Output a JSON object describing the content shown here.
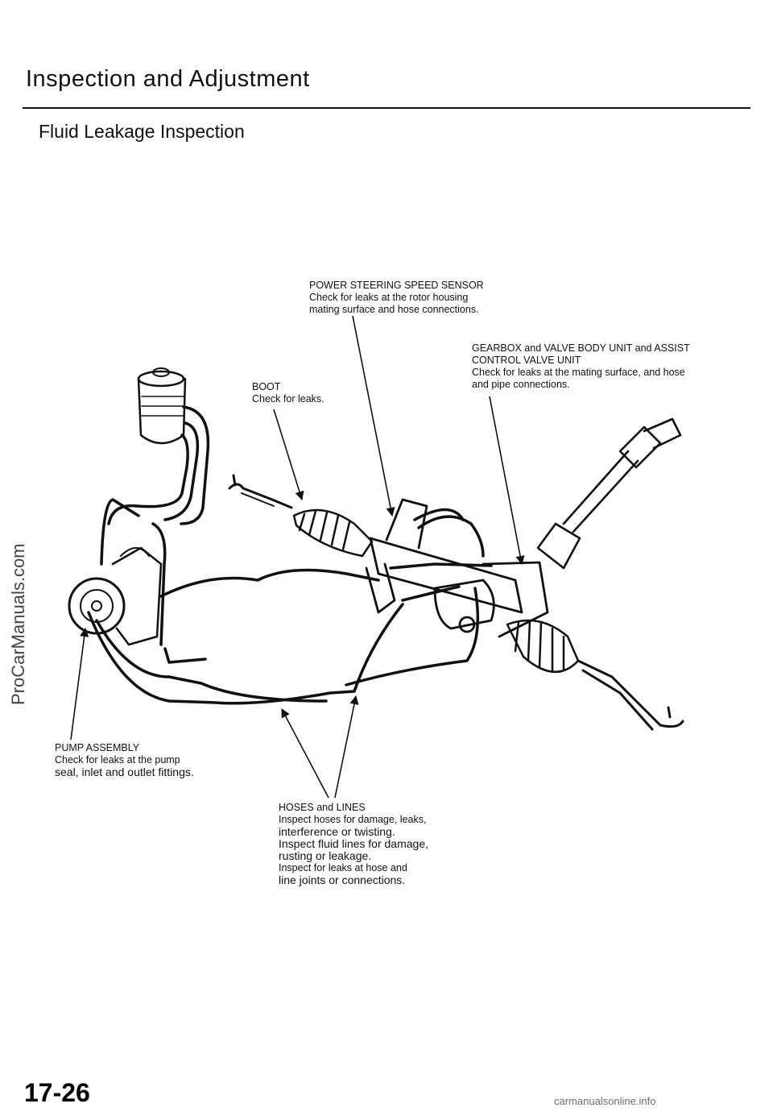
{
  "page": {
    "title": "Inspection and Adjustment",
    "subtitle": "Fluid Leakage Inspection",
    "page_number": "17-26"
  },
  "callouts": {
    "sensor": {
      "title": "POWER STEERING SPEED SENSOR",
      "lines": [
        "Check for leaks at the rotor housing",
        "mating surface and hose connections."
      ]
    },
    "gearbox": {
      "title_lines": [
        "GEARBOX and VALVE BODY UNIT and ASSIST",
        "CONTROL VALVE UNIT"
      ],
      "lines": [
        "Check for leaks at the mating surface, and hose",
        "and pipe connections."
      ]
    },
    "boot": {
      "title": "BOOT",
      "lines": [
        "Check for leaks."
      ]
    },
    "pump": {
      "title": "PUMP ASSEMBLY",
      "lines": [
        "Check for leaks at the pump",
        "seal, inlet and outlet fittings."
      ]
    },
    "hoses": {
      "title": "HOSES and LINES",
      "lines": [
        "Inspect hoses for damage, leaks,",
        "interference or twisting.",
        "Inspect fluid lines for damage,",
        "rusting or leakage.",
        "Inspect for leaks at hose and",
        "line joints or connections."
      ]
    }
  },
  "watermarks": {
    "side": "ProCarManuals.com",
    "bottom": "carmanualsonline.info"
  },
  "colors": {
    "ink": "#111111",
    "paper": "#ffffff"
  }
}
